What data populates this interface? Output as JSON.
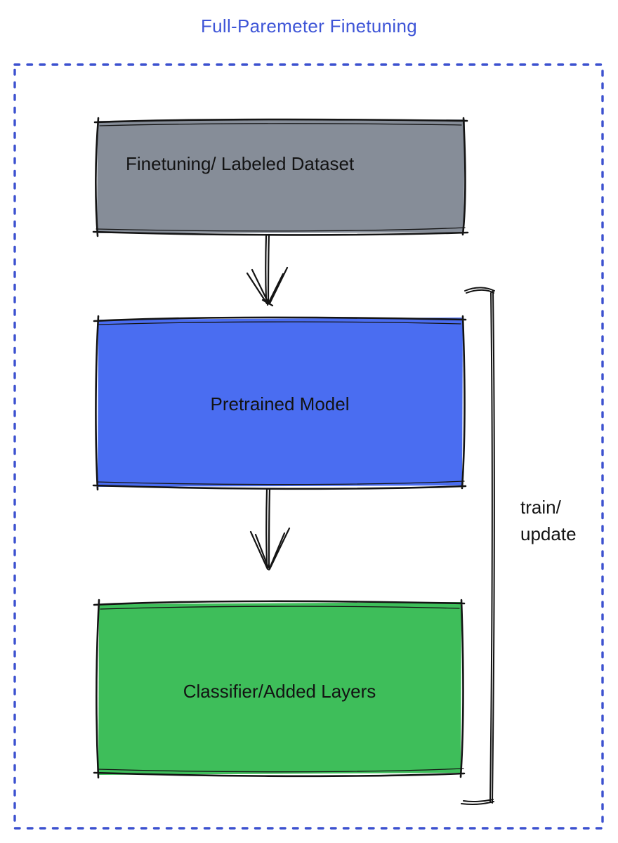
{
  "title": {
    "text": "Full-Paremeter Finetuning",
    "color": "#3E55D7"
  },
  "diagram": {
    "name": "Full-Parameter Finetuning flow diagram",
    "colors": {
      "dotted_border": "#3C51CF",
      "sketch_stroke": "#141414",
      "label_text": "#131313"
    },
    "nodes": [
      {
        "id": "finetuning-dataset",
        "label": "Finetuning/ Labeled Dataset",
        "fill": "#868D98"
      },
      {
        "id": "pretrained-model",
        "label": "Pretrained Model",
        "fill": "#4A6DF1"
      },
      {
        "id": "classifier-layers",
        "label": "Classifier/Added Layers",
        "fill": "#3EBE5A"
      }
    ],
    "edges": [
      {
        "from": "finetuning-dataset",
        "to": "pretrained-model",
        "type": "arrow-down"
      },
      {
        "from": "pretrained-model",
        "to": "classifier-layers",
        "type": "arrow-down"
      },
      {
        "spans": [
          "pretrained-model",
          "classifier-layers"
        ],
        "type": "bracket-right",
        "label": "train/ update"
      }
    ],
    "bracket_label": {
      "line1": "train/",
      "line2": "update"
    }
  }
}
